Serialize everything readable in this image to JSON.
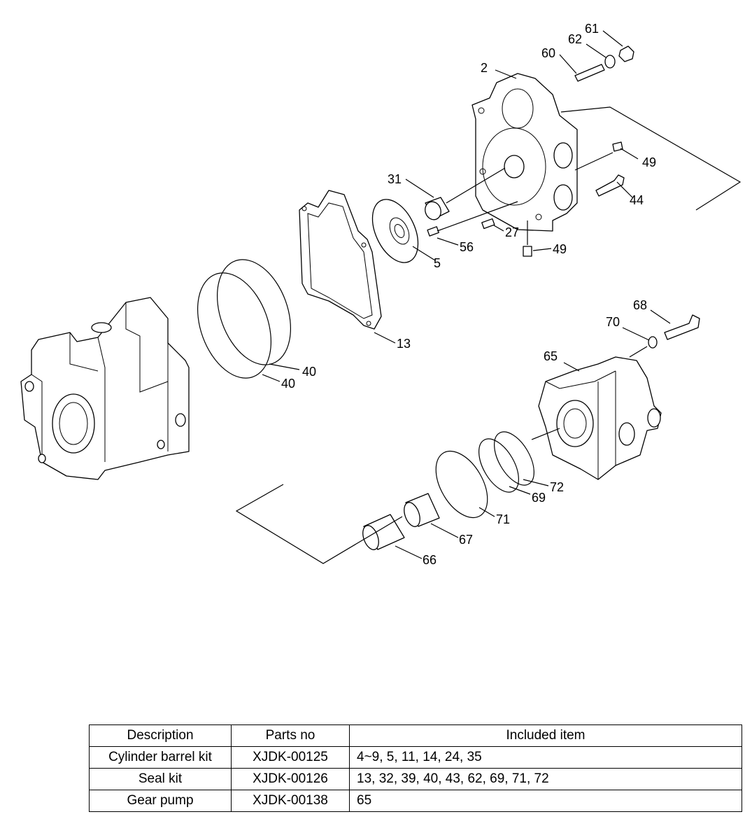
{
  "callouts": {
    "c2": "2",
    "c5": "5",
    "c13": "13",
    "c27": "27",
    "c31": "31",
    "c40a": "40",
    "c40b": "40",
    "c44": "44",
    "c49a": "49",
    "c49b": "49",
    "c56": "56",
    "c60": "60",
    "c61": "61",
    "c62": "62",
    "c65": "65",
    "c66": "66",
    "c67": "67",
    "c68": "68",
    "c69": "69",
    "c70": "70",
    "c71": "71",
    "c72": "72"
  },
  "table": {
    "headers": [
      "Description",
      "Parts no",
      "Included item"
    ],
    "rows": [
      [
        "Cylinder barrel kit",
        "XJDK-00125",
        "4~9, 5, 11, 14, 24, 35"
      ],
      [
        "Seal kit",
        "XJDK-00126",
        "13, 32, 39, 40, 43, 62, 69, 71, 72"
      ],
      [
        "Gear pump",
        "XJDK-00138",
        "65"
      ]
    ]
  }
}
